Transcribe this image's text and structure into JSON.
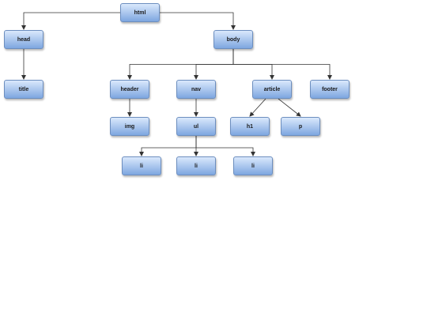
{
  "diagram": {
    "type": "tree",
    "nodes": {
      "html": "html",
      "head": "head",
      "body": "body",
      "title": "title",
      "header": "header",
      "nav": "nav",
      "article": "article",
      "footer": "footer",
      "img": "img",
      "ul": "ul",
      "h1": "h1",
      "p": "p",
      "li1": "li",
      "li2": "li",
      "li3": "li"
    },
    "edges": [
      [
        "html",
        "head"
      ],
      [
        "html",
        "body"
      ],
      [
        "head",
        "title"
      ],
      [
        "body",
        "header"
      ],
      [
        "body",
        "nav"
      ],
      [
        "body",
        "article"
      ],
      [
        "body",
        "footer"
      ],
      [
        "header",
        "img"
      ],
      [
        "nav",
        "ul"
      ],
      [
        "article",
        "h1"
      ],
      [
        "article",
        "p"
      ],
      [
        "ul",
        "li1"
      ],
      [
        "ul",
        "li2"
      ],
      [
        "ul",
        "li3"
      ]
    ]
  }
}
